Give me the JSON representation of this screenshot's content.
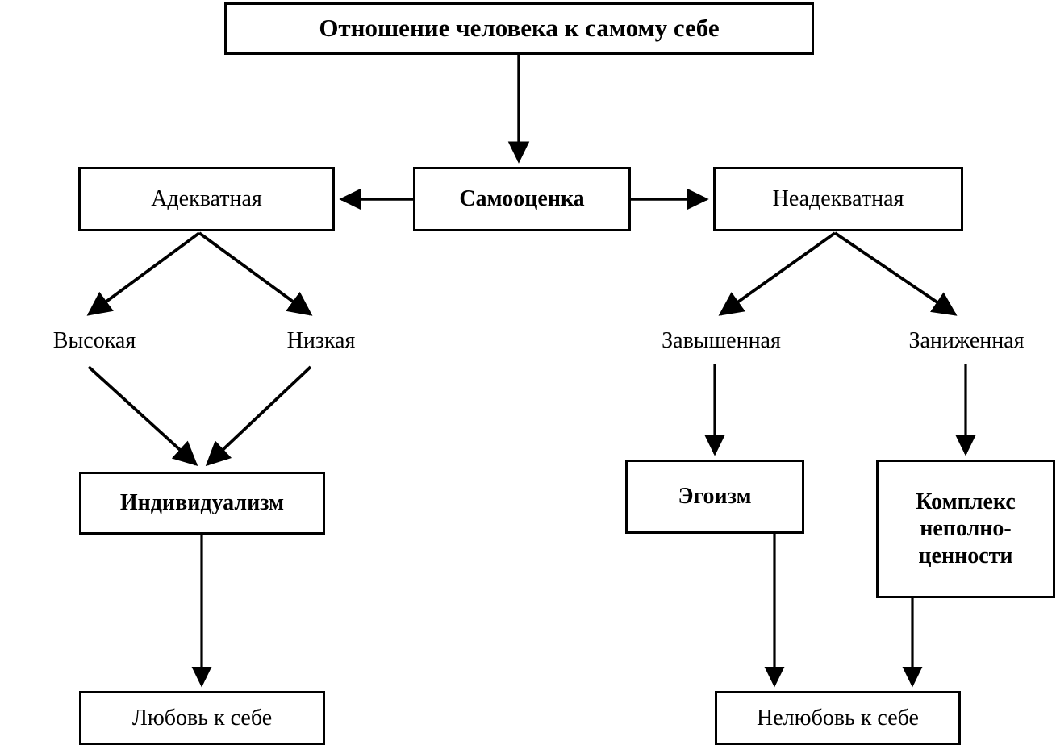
{
  "diagram": {
    "title": "Отношение человека к самому себе",
    "language": "ru",
    "nodes": {
      "title": {
        "label": "Отношение человека к самому себе",
        "shape": "box",
        "weight": "bold"
      },
      "self_esteem": {
        "label": "Самооценка",
        "shape": "box",
        "weight": "bold"
      },
      "adequate": {
        "label": "Адекватная",
        "shape": "box",
        "weight": "regular"
      },
      "inadequate": {
        "label": "Неадекватная",
        "shape": "box",
        "weight": "regular"
      },
      "high": {
        "label": "Высокая",
        "shape": "none",
        "weight": "regular"
      },
      "low": {
        "label": "Низкая",
        "shape": "none",
        "weight": "regular"
      },
      "inflated": {
        "label": "Завышенная",
        "shape": "none",
        "weight": "regular"
      },
      "deflated": {
        "label": "Заниженная",
        "shape": "none",
        "weight": "regular"
      },
      "individualism": {
        "label": "Индивидуализм",
        "shape": "box",
        "weight": "bold"
      },
      "egoism": {
        "label": "Эгоизм",
        "shape": "box",
        "weight": "bold"
      },
      "inferiority_complex": {
        "label": "Комплекс\nнеполно-\nценности",
        "shape": "box",
        "weight": "bold"
      },
      "self_love": {
        "label": "Любовь к себе",
        "shape": "box",
        "weight": "regular"
      },
      "self_dislike": {
        "label": "Нелюбовь к себе",
        "shape": "box",
        "weight": "regular"
      }
    },
    "edges": [
      {
        "from": "title",
        "to": "self_esteem",
        "style": "straight-down"
      },
      {
        "from": "self_esteem",
        "to": "adequate",
        "style": "straight-left"
      },
      {
        "from": "self_esteem",
        "to": "inadequate",
        "style": "straight-right"
      },
      {
        "from": "adequate",
        "to": "high",
        "style": "diagonal-down-left"
      },
      {
        "from": "adequate",
        "to": "low",
        "style": "diagonal-down-right"
      },
      {
        "from": "high",
        "to": "individualism",
        "style": "diagonal-down-right"
      },
      {
        "from": "low",
        "to": "individualism",
        "style": "diagonal-down-left"
      },
      {
        "from": "inadequate",
        "to": "inflated",
        "style": "diagonal-down-left"
      },
      {
        "from": "inadequate",
        "to": "deflated",
        "style": "diagonal-down-right"
      },
      {
        "from": "inflated",
        "to": "egoism",
        "style": "straight-down"
      },
      {
        "from": "deflated",
        "to": "inferiority_complex",
        "style": "straight-down"
      },
      {
        "from": "individualism",
        "to": "self_love",
        "style": "straight-down"
      },
      {
        "from": "egoism",
        "to": "self_dislike",
        "style": "straight-down"
      },
      {
        "from": "inferiority_complex",
        "to": "self_dislike",
        "style": "straight-down"
      }
    ],
    "colors": {
      "stroke": "#000000",
      "fill": "#ffffff",
      "text": "#000000"
    }
  }
}
